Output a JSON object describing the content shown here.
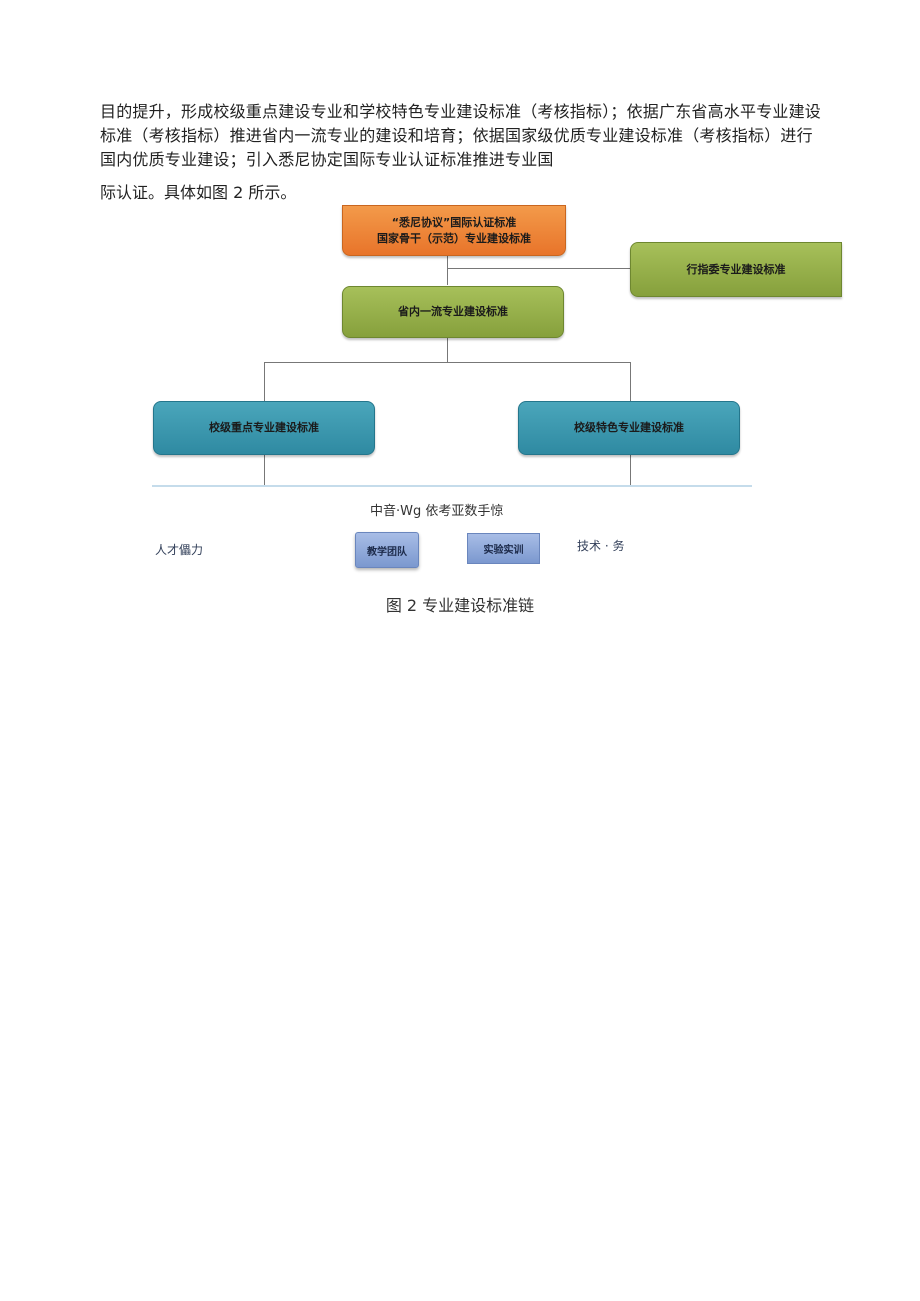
{
  "text": {
    "paragraph": "目的提升，形成校级重点建设专业和学校特色专业建设标准（考核指标）；依据广东省高水平专业建设标准（考核指标）推进省内一流专业的建设和培育；依据国家级优质专业建设标准（考核指标）进行国内优质专业建设；引入悉尼协定国际专业认证标准推进专业国",
    "paragraph_cont": "际认证。具体如图 2 所示。"
  },
  "diagram": {
    "orange_line1": "“悉尼协议”国际认证标准",
    "orange_line2": "国家骨干（示范）专业建设标准",
    "right_green": "行指委专业建设标准",
    "middle_green": "省内一流专业建设标准",
    "left_teal": "校级重点专业建设标准",
    "right_teal": "校级特色专业建设标准",
    "mid_label": "中音·Wg 依考亚数手惊",
    "left_label": "人才儡力",
    "btn_team": "教学团队",
    "btn_lab": "实验实训",
    "right_label": "技术 · 务"
  },
  "caption": "图 2 专业建设标准链",
  "colors": {
    "orange": "#e8742a",
    "green": "#86a03c",
    "teal": "#2f8aa2",
    "blue_button": "#7b98cf"
  }
}
